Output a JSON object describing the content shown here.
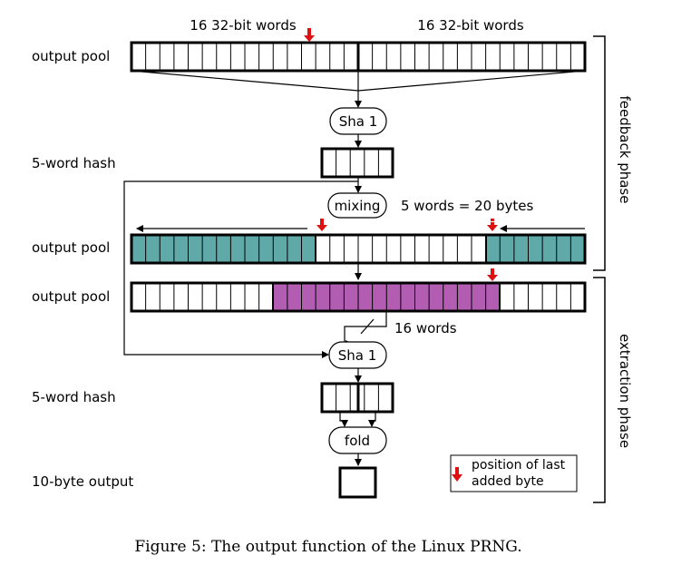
{
  "labels": {
    "top_left_words": "16 32-bit words",
    "top_right_words": "16 32-bit words",
    "row1": "output pool",
    "row2": "5-word hash",
    "row3": "output pool",
    "row4": "output pool",
    "row5": "5-word hash",
    "row6": "10-byte output",
    "sha1_top": "Sha 1",
    "mixing": "mixing",
    "five_words": "5 words = 20 bytes",
    "sixteen_words": "16 words",
    "sha1_bottom": "Sha 1",
    "fold": "fold",
    "feedback_phase": "feedback phase",
    "extraction_phase": "extraction phase",
    "legend_line1": "position of last",
    "legend_line2": "added byte",
    "caption": "Figure 5: The output function of the Linux PRNG."
  },
  "colors": {
    "teal": "#5fa9a9",
    "purple": "#b25cb2",
    "marker": "#dd1111",
    "line": "#000000"
  }
}
